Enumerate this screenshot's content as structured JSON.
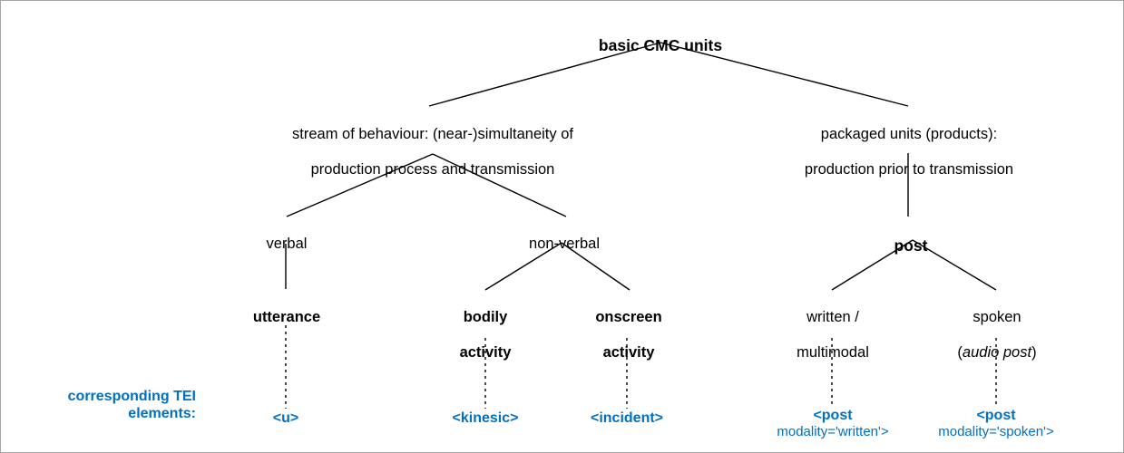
{
  "diagram": {
    "title": "basic CMC units",
    "line_color": "#000000",
    "tei_color": "#0070c0",
    "border_color": "#a6a6a6",
    "root": {
      "label": "basic CMC units"
    },
    "level2": {
      "left": {
        "line1": "stream of behaviour: (near-)simultaneity of",
        "line2": "production process and transmission"
      },
      "right": {
        "line1": "packaged units (products):",
        "line2": "production prior to transmission"
      }
    },
    "level3": {
      "verbal": "verbal",
      "nonverbal": "non-verbal",
      "post": "post"
    },
    "leaves": {
      "utterance": {
        "line1": "utterance",
        "line2": ""
      },
      "bodily": {
        "line1": "bodily",
        "line2": "activity"
      },
      "onscreen": {
        "line1": "onscreen",
        "line2": "activity"
      },
      "written": {
        "line1": "written /",
        "line2": "multimodal"
      },
      "spoken": {
        "line1": "spoken",
        "line2_prefix": "(",
        "line2_italic": "audio post",
        "line2_suffix": ")"
      }
    },
    "tei": {
      "caption_line1": "corresponding TEI",
      "caption_line2": "elements:",
      "utterance": {
        "main": "<u>",
        "sub": ""
      },
      "kinesic": {
        "main": "<kinesic>",
        "sub": ""
      },
      "incident": {
        "main": "<incident>",
        "sub": ""
      },
      "post_written": {
        "main": "<post",
        "sub": "modality='written'>"
      },
      "post_spoken": {
        "main": "<post",
        "sub": "modality='spoken'>"
      }
    }
  }
}
